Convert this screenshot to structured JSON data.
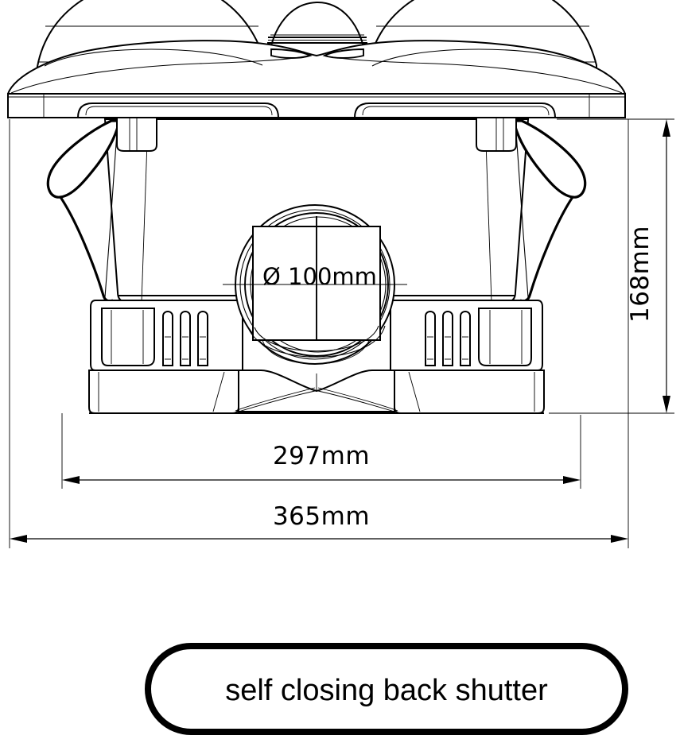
{
  "drawing": {
    "title": "technical dimension drawing of ventilation unit",
    "background_color": "#ffffff",
    "line_color": "#000000",
    "units": "mm"
  },
  "dimensions": {
    "height": {
      "label": "168mm",
      "value": 168,
      "unit": "mm",
      "orientation": "vertical",
      "text_rotation_deg": -90,
      "position": "right"
    },
    "width_inner": {
      "label": "297mm",
      "value": 297,
      "unit": "mm",
      "orientation": "horizontal",
      "position": "bottom-upper"
    },
    "width_outer": {
      "label": "365mm",
      "value": 365,
      "unit": "mm",
      "orientation": "horizontal",
      "position": "bottom-lower"
    },
    "diameter": {
      "label": "Ø 100mm",
      "symbol": "Ø",
      "value": 100,
      "unit": "mm",
      "orientation": "horizontal",
      "position": "center-port"
    }
  },
  "callout": {
    "text": "self closing back shutter",
    "shape": "rounded-rectangle"
  },
  "icons": {
    "diameter_symbol": "diameter-icon",
    "arrow_left": "arrow-left-icon",
    "arrow_right": "arrow-right-icon",
    "arrow_up": "arrow-up-icon",
    "arrow_down": "arrow-down-icon"
  }
}
